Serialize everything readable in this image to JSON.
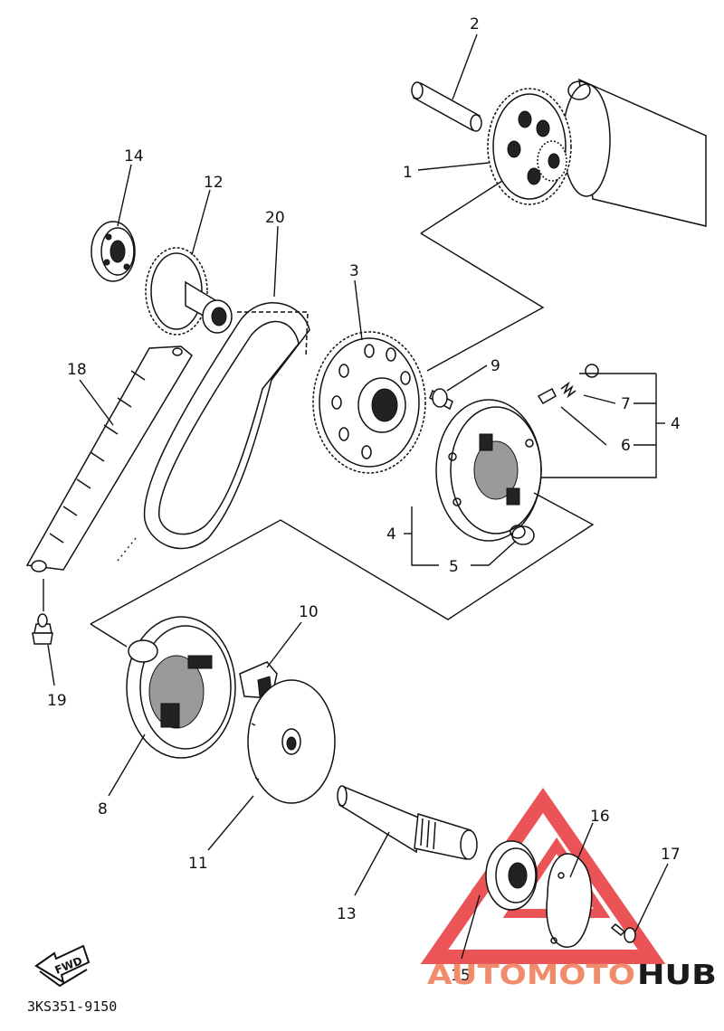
{
  "diagram_code": "3KS351-9150",
  "fwd_label": "FWD",
  "watermark": {
    "text_primary": "AUTOMOTO",
    "text_secondary": "HUB",
    "color_primary": "#f08c6c",
    "color_secondary": "#1a1a1a",
    "logo_color": "#e8373a"
  },
  "callouts": {
    "c1": "1",
    "c2": "2",
    "c3": "3",
    "c4a": "4",
    "c4b": "4",
    "c5": "5",
    "c6": "6",
    "c7": "7",
    "c8": "8",
    "c9": "9",
    "c10": "10",
    "c11": "11",
    "c12": "12",
    "c13": "13",
    "c14": "14",
    "c15": "15",
    "c16": "16",
    "c17": "17",
    "c18": "18",
    "c19": "19",
    "c20": "20"
  }
}
